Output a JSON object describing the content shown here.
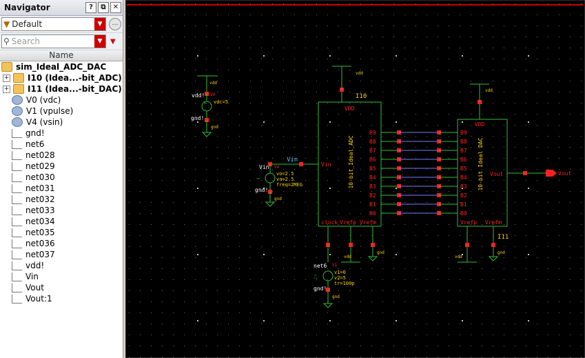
{
  "navigator": {
    "title": "Navigator",
    "filter_value": "Default",
    "search_placeholder": "Search",
    "column_header": "Name",
    "tree": [
      {
        "label": "sim_Ideal_ADC_DAC",
        "kind": "folder",
        "level": 0,
        "bold": true
      },
      {
        "label": "I10 (Idea...-bit_ADC)",
        "kind": "folder",
        "level": 1,
        "bold": true,
        "expandable": true
      },
      {
        "label": "I11 (Idea...-bit_DAC)",
        "kind": "folder",
        "level": 1,
        "bold": true,
        "expandable": true
      },
      {
        "label": "V0 (vdc)",
        "kind": "instance",
        "level": 1
      },
      {
        "label": "V1 (vpulse)",
        "kind": "instance",
        "level": 1
      },
      {
        "label": "V4 (vsin)",
        "kind": "instance",
        "level": 1
      },
      {
        "label": "gnd!",
        "kind": "net",
        "level": 1
      },
      {
        "label": "net6",
        "kind": "net",
        "level": 1
      },
      {
        "label": "net028",
        "kind": "net",
        "level": 1
      },
      {
        "label": "net029",
        "kind": "net",
        "level": 1
      },
      {
        "label": "net030",
        "kind": "net",
        "level": 1
      },
      {
        "label": "net031",
        "kind": "net",
        "level": 1
      },
      {
        "label": "net032",
        "kind": "net",
        "level": 1
      },
      {
        "label": "net033",
        "kind": "net",
        "level": 1
      },
      {
        "label": "net034",
        "kind": "net",
        "level": 1
      },
      {
        "label": "net035",
        "kind": "net",
        "level": 1
      },
      {
        "label": "net036",
        "kind": "net",
        "level": 1
      },
      {
        "label": "net037",
        "kind": "net",
        "level": 1
      },
      {
        "label": "vdd!",
        "kind": "net",
        "level": 1
      },
      {
        "label": "Vin",
        "kind": "net",
        "level": 1
      },
      {
        "label": "Vout",
        "kind": "net",
        "level": 1
      },
      {
        "label": "Vout:1",
        "kind": "pin",
        "level": 1
      }
    ]
  },
  "schematic": {
    "colors": {
      "background": "#000000",
      "wire": "#2fbf3a",
      "pin": "#ff2020",
      "label": "#ffd400",
      "bus": "#6f7fff",
      "netname": "#5fc6ff",
      "title_bar": "#cc0000"
    },
    "adc": {
      "instance": "I10",
      "name": "10-bit_Ideal_ADC",
      "top_pin": "VDD",
      "left_pin": "Vin",
      "bottom_pins": [
        "clock",
        "Vrefp",
        "Vrefm"
      ],
      "right_pins": [
        "B9",
        "B8",
        "B7",
        "B6",
        "B5",
        "B4",
        "B3",
        "B2",
        "B1",
        "B0"
      ]
    },
    "dac": {
      "instance": "I11",
      "name": "10-bit Ideal DAC",
      "top_pin": "VDD",
      "right_pin": "Vout",
      "bottom_pins": [
        "Vrefp",
        "Vrefm"
      ],
      "left_pins": [
        "B9",
        "B8",
        "B7",
        "B6",
        "B5",
        "B4",
        "B3",
        "B2",
        "B1",
        "B0"
      ]
    },
    "v0": {
      "inst": "V0",
      "net_top": "vdd!",
      "param": "vdc=5",
      "net_bot": "gnd!",
      "top_label": "vdd",
      "bot_label": "gnd"
    },
    "v4": {
      "inst": "V4",
      "net_top": "Vin",
      "params": [
        "vo=2.5",
        "va=2.5",
        "freq=2MEG"
      ],
      "net_bot": "gnd!",
      "bot_label": "gnd"
    },
    "v1": {
      "inst": "V1",
      "net_top": "net6",
      "params": [
        "v1=0",
        "v2=5",
        "tr=100p"
      ],
      "net_bot": "gnd!",
      "bot_label": "gnd"
    },
    "vin_label": "Vin",
    "vout_label": "Vout",
    "adc_vdd": "vdd",
    "dac_vdd": "vdd",
    "adc_vrefp_supply": "vdd",
    "adc_vrefm_gnd": "gnd",
    "dac_vrefp_supply": "vdd",
    "dac_vrefm_gnd": "gnd"
  }
}
